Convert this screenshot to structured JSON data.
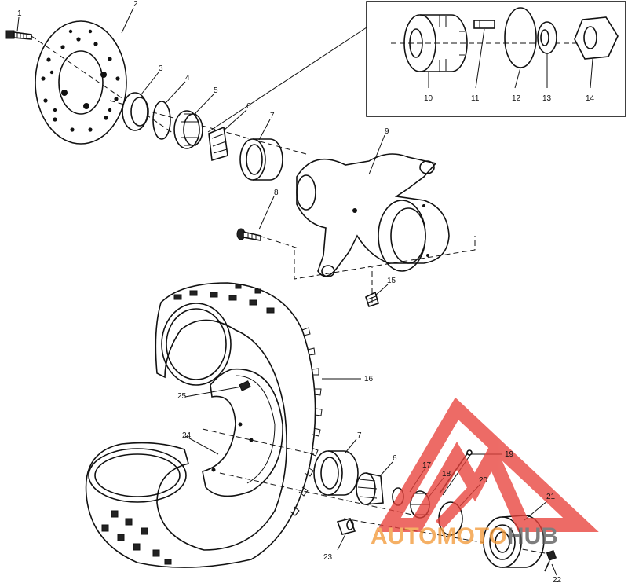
{
  "figure": {
    "callouts": [
      {
        "id": "c1",
        "label": "1"
      },
      {
        "id": "c2",
        "label": "2"
      },
      {
        "id": "c3",
        "label": "3"
      },
      {
        "id": "c4",
        "label": "4"
      },
      {
        "id": "c5",
        "label": "5"
      },
      {
        "id": "c6a",
        "label": "6"
      },
      {
        "id": "c7a",
        "label": "7"
      },
      {
        "id": "c8",
        "label": "8"
      },
      {
        "id": "c9",
        "label": "9"
      },
      {
        "id": "c10",
        "label": "10"
      },
      {
        "id": "c11",
        "label": "11"
      },
      {
        "id": "c12",
        "label": "12"
      },
      {
        "id": "c13",
        "label": "13"
      },
      {
        "id": "c14",
        "label": "14"
      },
      {
        "id": "c15",
        "label": "15"
      },
      {
        "id": "c16",
        "label": "16"
      },
      {
        "id": "c7b",
        "label": "7"
      },
      {
        "id": "c6b",
        "label": "6"
      },
      {
        "id": "c17",
        "label": "17"
      },
      {
        "id": "c18",
        "label": "18"
      },
      {
        "id": "c19",
        "label": "19"
      },
      {
        "id": "c20",
        "label": "20"
      },
      {
        "id": "c21",
        "label": "21"
      },
      {
        "id": "c22",
        "label": "22"
      },
      {
        "id": "c23",
        "label": "23"
      },
      {
        "id": "c24",
        "label": "24"
      },
      {
        "id": "c25",
        "label": "25"
      }
    ]
  },
  "watermark": {
    "part1": "AUTO",
    "part2": "MOTO",
    "part3": "HUB",
    "colors": {
      "logo_red": "#e8423c",
      "logo_orange": "#f39a3a",
      "text_dark": "#5a5a5a"
    }
  }
}
